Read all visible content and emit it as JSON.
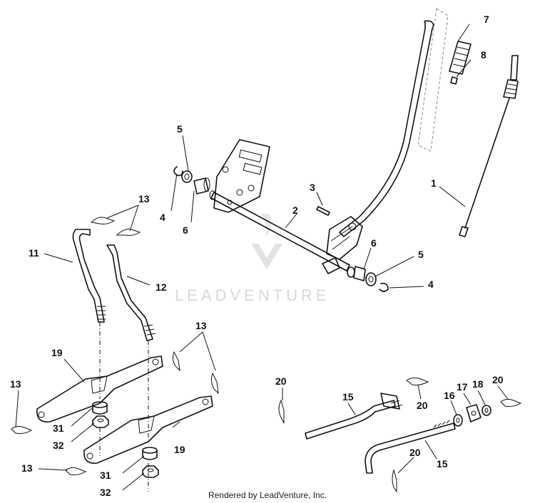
{
  "watermark": {
    "text": "LEADVENTURE"
  },
  "footer": {
    "text": "Rendered by LeadVenture, Inc."
  },
  "callouts": [
    {
      "id": "c1",
      "text": "1"
    },
    {
      "id": "c2",
      "text": "2"
    },
    {
      "id": "c3",
      "text": "3"
    },
    {
      "id": "c4a",
      "text": "4"
    },
    {
      "id": "c4b",
      "text": "4"
    },
    {
      "id": "c5a",
      "text": "5"
    },
    {
      "id": "c5b",
      "text": "5"
    },
    {
      "id": "c6a",
      "text": "6"
    },
    {
      "id": "c6b",
      "text": "6"
    },
    {
      "id": "c7",
      "text": "7"
    },
    {
      "id": "c8",
      "text": "8"
    },
    {
      "id": "c11",
      "text": "11"
    },
    {
      "id": "c12",
      "text": "12"
    },
    {
      "id": "c13a",
      "text": "13"
    },
    {
      "id": "c13b",
      "text": "13"
    },
    {
      "id": "c13c",
      "text": "13"
    },
    {
      "id": "c13d",
      "text": "13"
    },
    {
      "id": "c15a",
      "text": "15"
    },
    {
      "id": "c15b",
      "text": "15"
    },
    {
      "id": "c16",
      "text": "16"
    },
    {
      "id": "c17",
      "text": "17"
    },
    {
      "id": "c18",
      "text": "18"
    },
    {
      "id": "c19a",
      "text": "19"
    },
    {
      "id": "c19b",
      "text": "19"
    },
    {
      "id": "c20a",
      "text": "20"
    },
    {
      "id": "c20b",
      "text": "20"
    },
    {
      "id": "c20c",
      "text": "20"
    },
    {
      "id": "c20d",
      "text": "20"
    },
    {
      "id": "c31a",
      "text": "31"
    },
    {
      "id": "c31b",
      "text": "31"
    },
    {
      "id": "c32a",
      "text": "32"
    },
    {
      "id": "c32b",
      "text": "32"
    }
  ]
}
